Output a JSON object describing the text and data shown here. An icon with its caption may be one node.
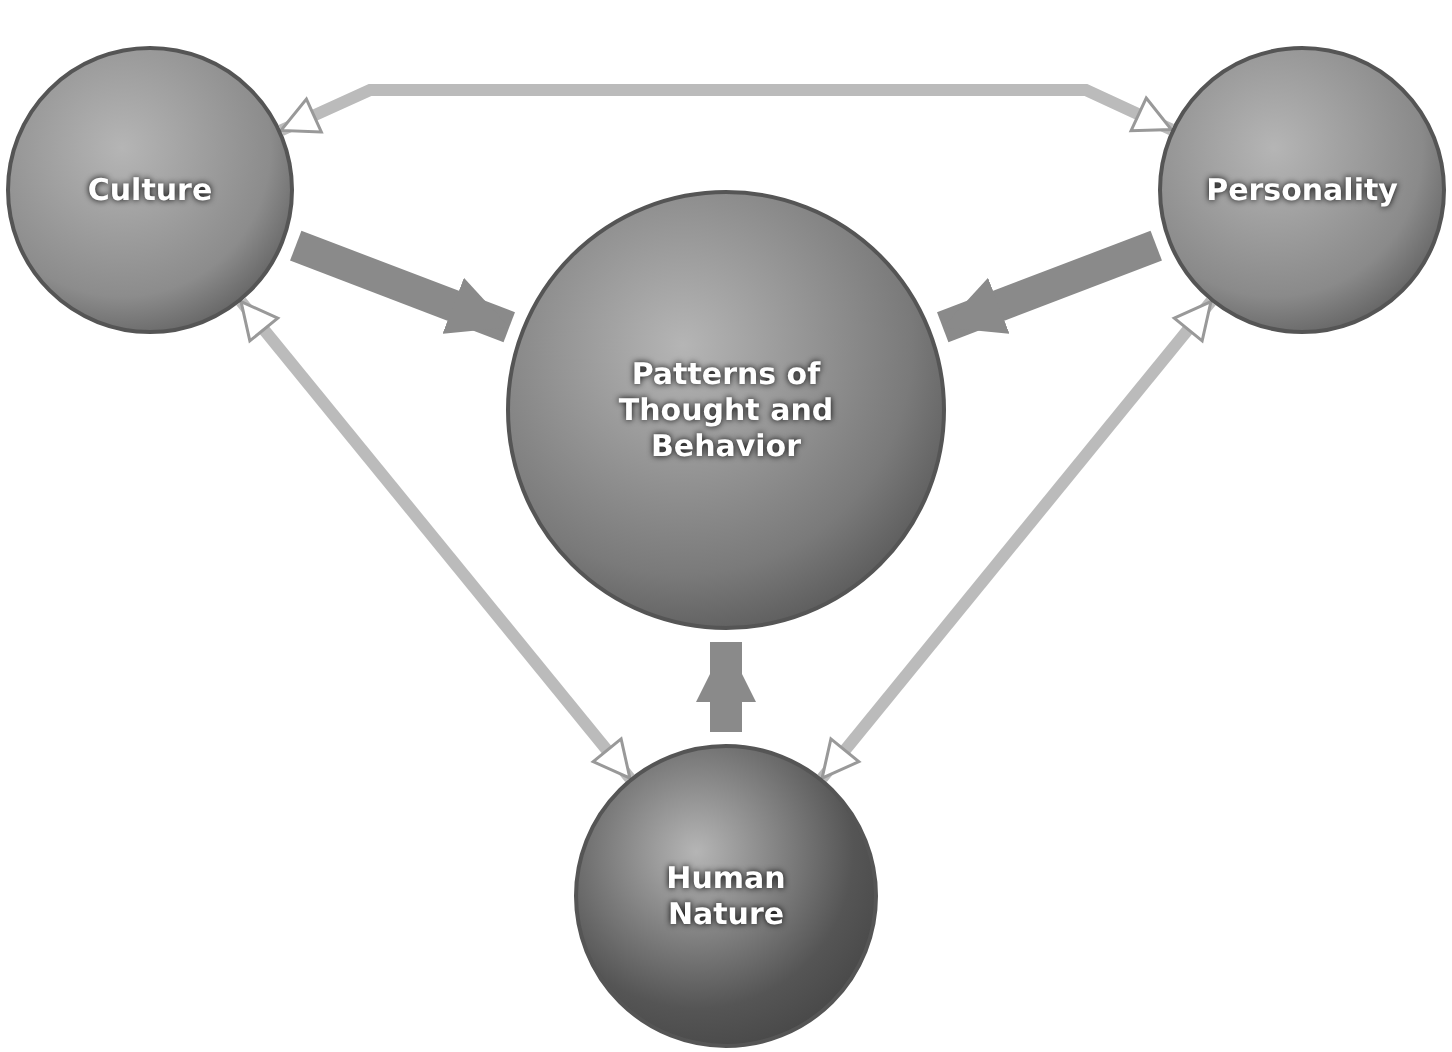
{
  "diagram": {
    "nodes": [
      {
        "text": [
          "Culture"
        ]
      },
      {
        "text": [
          "Patterns of Thought and Behavior"
        ]
      },
      {
        "text": [
          "Personality"
        ]
      },
      {
        "text": [
          "Human Nature"
        ]
      }
    ],
    "edges": [
      {
        "from": 0,
        "to": 2,
        "arrow": "both"
      },
      {
        "from": 0,
        "to": 1,
        "arrow": "to",
        "style": "thick"
      },
      {
        "from": 2,
        "to": 1,
        "arrow": "to",
        "style": "thick"
      },
      {
        "from": 0,
        "to": 3,
        "arrow": "both"
      },
      {
        "from": 2,
        "to": 3,
        "arrow": "both"
      },
      {
        "from": 3,
        "to": 1,
        "arrow": "to",
        "style": "thick"
      }
    ]
  }
}
